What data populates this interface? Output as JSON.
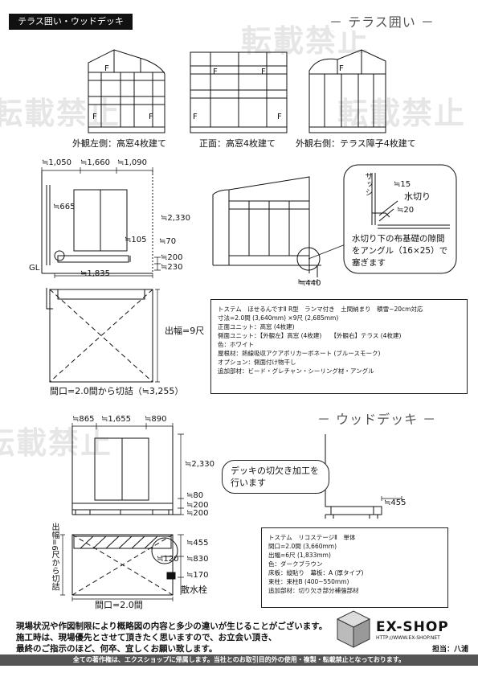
{
  "header": {
    "title": "テラス囲い・ウッドデッキ"
  },
  "sections": {
    "terrace": "－ テラス囲い －",
    "deck": "－ ウッドデッキ －"
  },
  "watermark": [
    "転載禁止",
    "転載禁止",
    "転載禁止",
    "転載禁止"
  ],
  "terrace": {
    "views": {
      "left": "外観左側：高窓4枚建て",
      "front": "正面：高窓4枚建て",
      "right": "外観右側：テラス障子4枚建て"
    },
    "pane_mark": "F",
    "dims": {
      "w1": "≒1,050",
      "w2": "≒1,660",
      "w3": "≒1,090",
      "h_665": "≒665",
      "h_105": "≒105",
      "h_70": "≒70",
      "h_2330": "≒2,330",
      "h_200": "≒200",
      "h_230": "≒230",
      "gl": "GL",
      "w_1835": "≒1,835",
      "depth_440": "≒440",
      "sash": "サッシ",
      "d15": "≒15",
      "mizukiri": "水切り",
      "d20": "≒20",
      "sash_note": "水切り下の布基礎の隙間をアングル（16×25）で塞ぎます",
      "depth_label": "出幅=9尺",
      "width_label": "間口=2.0間から切詰（≒3,255）"
    },
    "spec": [
      "トステム　ほせるんですⅡ R型　ランマ付き　土間納まり　積雪~20cm対応",
      "寸法=2.0間 (3,640mm) ×9尺 (2,685mm)",
      "正面ユニット：高窓 (4枚建)",
      "側面ユニット：【外観左】高窓 (4枚建)　　【外観右】テラス (4枚建)",
      "色：ホワイト",
      "屋根材：熱線吸収アクアポリカーボネート (ブルースモーク)",
      "オプション：側面付け物干し",
      "追加部材：ビード・グレチャン・シーリング材・アングル"
    ]
  },
  "deck": {
    "dims": {
      "w1": "≒865",
      "w2": "≒1,655",
      "w3": "≒890",
      "h_2330": "≒2,330",
      "h_80": "≒80",
      "h_200a": "≒200",
      "h_200b": "≒200",
      "d_455r": "≒455",
      "d_455": "≒455",
      "d_120": "≒120",
      "d_830": "≒830",
      "d_170": "≒170",
      "drain": "散水栓",
      "depth_label": "出幅=6尺から切詰",
      "width_label": "間口=2.0間"
    },
    "callout": "デッキの切欠き加工を行います",
    "spec": [
      "トステム　リコステージⅡ　単体",
      "間口=2.0間 (3,660mm)",
      "出幅=6尺 (1,833mm)",
      "色：ダークブラウン",
      "床板：縦貼り　幕板：A (厚タイプ)",
      "束柱：束柱B (400~550mm)",
      "追加部材：切り欠き部分補強部材"
    ]
  },
  "notes": [
    "現場状況や作図制限により概略図の内容と多少の違いが生じることがございます。",
    "施工時は、現場優先とさせて頂きたく思いますので、お立会い頂き、",
    "最終のご指示のほど、何卒、宜しくお願い致します。"
  ],
  "brand": {
    "name": "EX-SHOP",
    "url": "HTTP://WWW.EX-SHOP.NET",
    "staff": "担当：八浦"
  },
  "footer": "全ての著作権は、エクスショップに帰属します。当社とのお取引目的外の使用・複製・転載禁止となっております。"
}
